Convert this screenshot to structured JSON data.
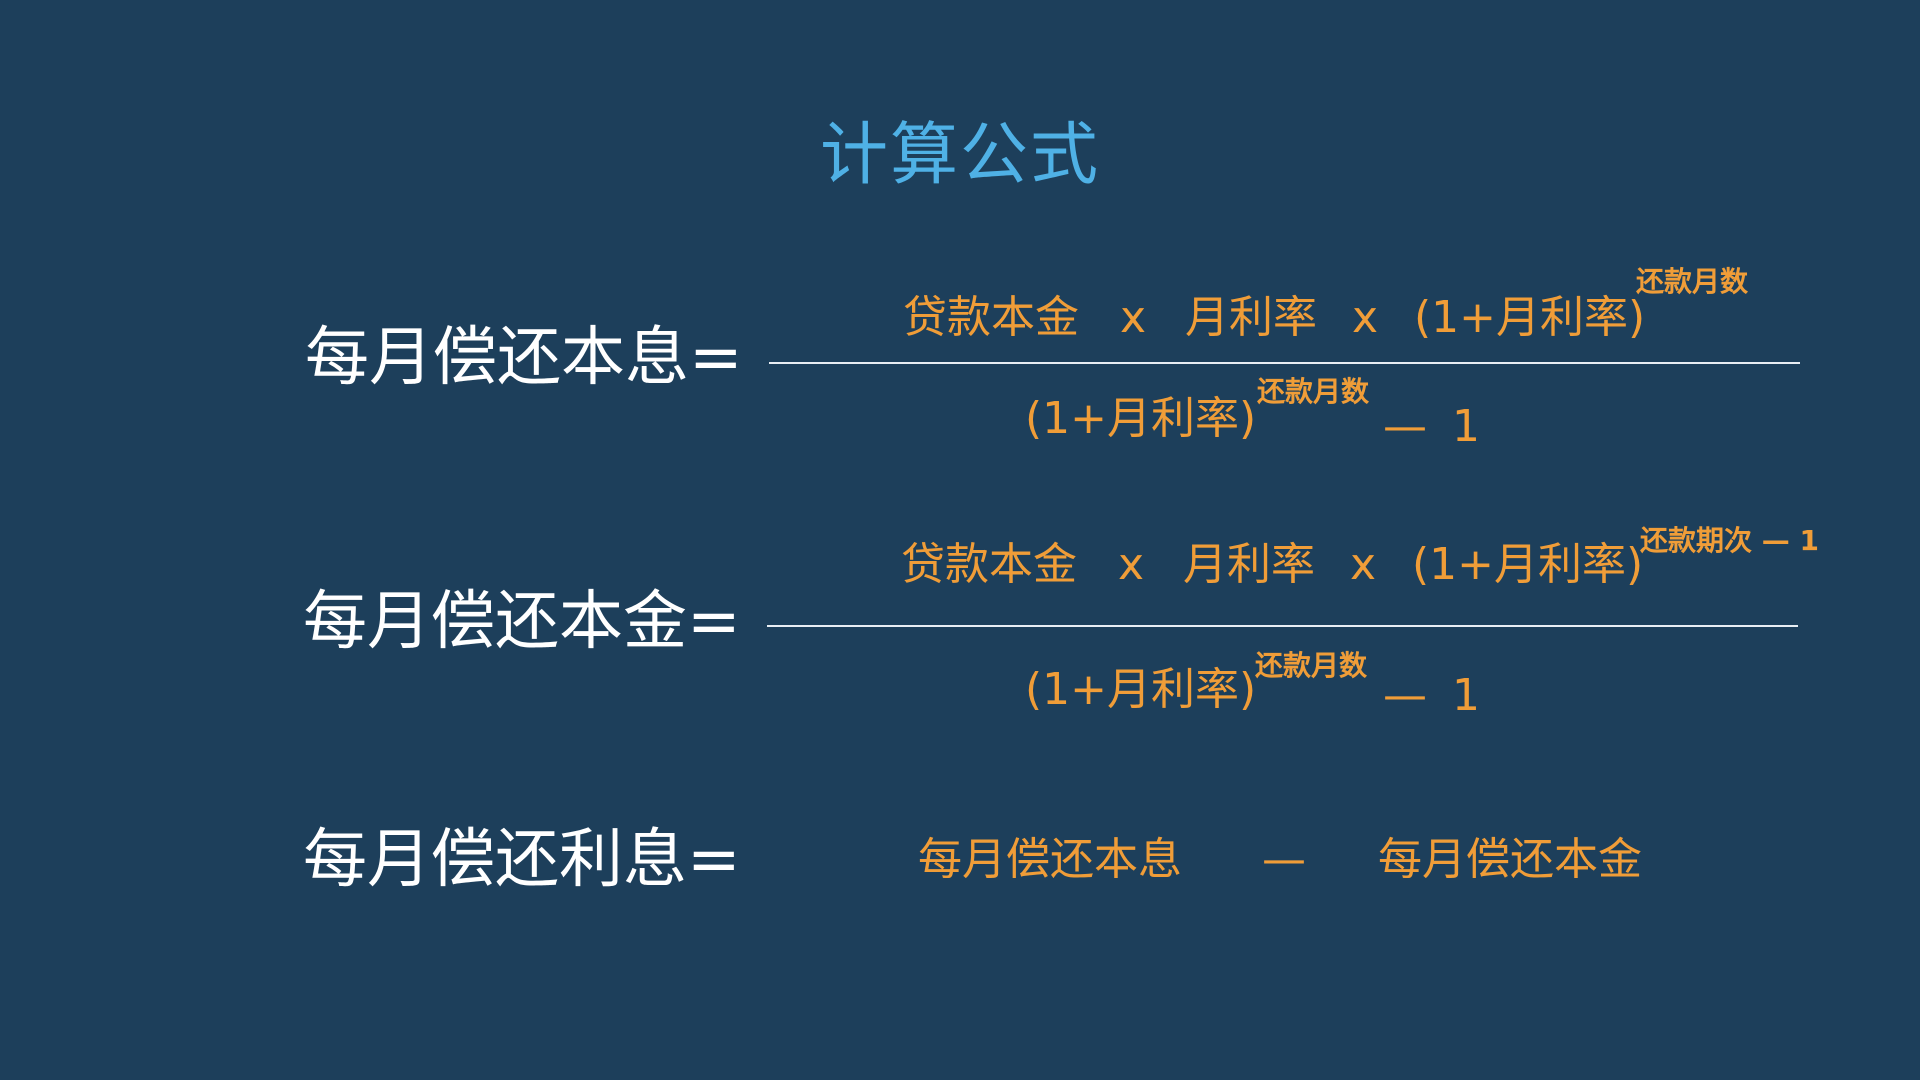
{
  "title": "计算公式",
  "formulas": [
    {
      "lhs": "每月偿还本息=",
      "numerator": {
        "principal": "贷款本金",
        "times_1": "x",
        "rate": "月利率",
        "times_2": "x",
        "growth": "(1+月利率)",
        "exponent": "还款月数"
      },
      "denominator": {
        "growth": "(1+月利率)",
        "exponent": "还款月数",
        "minus": "—",
        "one": "1"
      }
    },
    {
      "lhs": "每月偿还本金=",
      "numerator": {
        "principal": "贷款本金",
        "times_1": "x",
        "rate": "月利率",
        "times_2": "x",
        "growth": "(1+月利率)",
        "exponent": "还款期次 — 1"
      },
      "denominator": {
        "growth": "(1+月利率)",
        "exponent": "还款月数",
        "minus": "—",
        "one": "1"
      }
    },
    {
      "lhs": "每月偿还利息=",
      "rhs": {
        "term_1": "每月偿还本息",
        "minus": "—",
        "term_2": "每月偿还本金"
      }
    }
  ],
  "colors": {
    "background": "#1d3f5b",
    "title": "#4fb1e6",
    "lhs": "#ffffff",
    "terms": "#f09d38",
    "fraction_line": "#e8eef4"
  }
}
